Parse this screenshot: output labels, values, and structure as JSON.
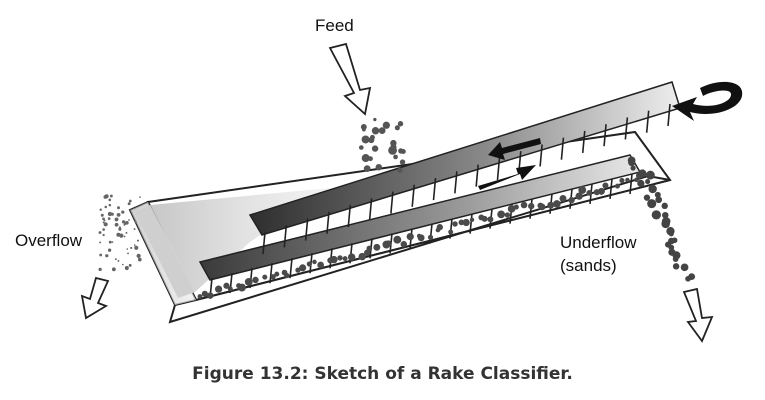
{
  "labels": {
    "feed": "Feed",
    "overflow": "Overflow",
    "underflow": "Underflow",
    "underflow_sub": "(sands)"
  },
  "caption": "Figure 13.2: Sketch of a Rake Classifier.",
  "colors": {
    "outline": "#222222",
    "rake_dark": "#3a3a3a",
    "rake_light": "#e4e4e4",
    "particles": "#555555",
    "direction_arrow": "#111111"
  }
}
